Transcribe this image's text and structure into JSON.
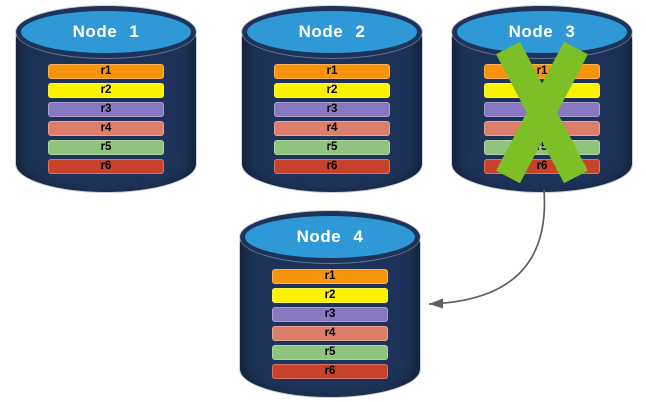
{
  "colors": {
    "cylinder_body": "#1E3359",
    "cylinder_top": "#2E99D6",
    "node_label_text": "#FFFFFF",
    "bar_text": "#000000",
    "failure_x": "#7DBF26",
    "arrow": "#5F5F5F"
  },
  "replicas": [
    {
      "label": "r1",
      "color": "#F7940E"
    },
    {
      "label": "r2",
      "color": "#FAF200"
    },
    {
      "label": "r3",
      "color": "#8878C0"
    },
    {
      "label": "r4",
      "color": "#DD7E6B"
    },
    {
      "label": "r5",
      "color": "#8EC47D"
    },
    {
      "label": "r6",
      "color": "#C8422B"
    }
  ],
  "nodes": [
    {
      "label": "Node 1",
      "status": "healthy"
    },
    {
      "label": "Node 2",
      "status": "healthy"
    },
    {
      "label": "Node 3",
      "status": "failed"
    },
    {
      "label": "Node 4",
      "status": "healthy"
    }
  ],
  "arrow": {
    "from": "Node 3",
    "to": "Node 4"
  }
}
